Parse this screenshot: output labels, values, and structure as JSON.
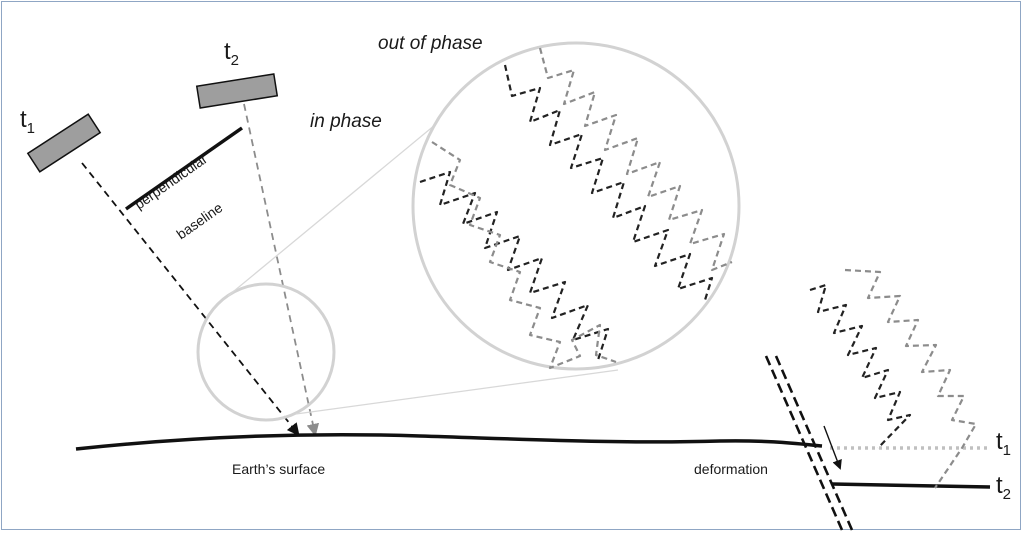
{
  "labels": {
    "out_of_phase": "out of phase",
    "in_phase": "in phase",
    "perpendicular": "perpendicular",
    "baseline": "baseline",
    "earth_surface": "Earth’s surface",
    "deformation": "deformation"
  },
  "time_labels": {
    "sat1": {
      "base": "t",
      "sub": "1"
    },
    "sat2": {
      "base": "t",
      "sub": "2"
    },
    "right1": {
      "base": "t",
      "sub": "1"
    },
    "right2": {
      "base": "t",
      "sub": "2"
    }
  },
  "colors": {
    "ink": "#111111",
    "satellite_fill": "#9e9e9e",
    "light_dash": "#8c8c8c",
    "circle": "#d2d2d2",
    "frame": "#8fa6c4"
  }
}
